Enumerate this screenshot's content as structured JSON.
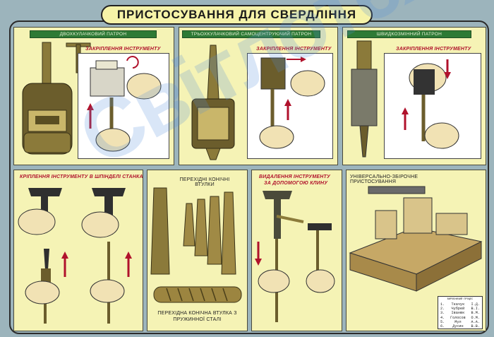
{
  "title": "ПРИСТОСУВАННЯ ДЛЯ СВЕРДЛІННЯ",
  "watermark": "Світлотехніка",
  "sections": {
    "two_jaw": {
      "label": "ДВОХКУЛАЧКОВИЙ ПАТРОН",
      "caption": "ЗАКРІПЛЕННЯ ІНСТРУМЕНТУ"
    },
    "three_jaw": {
      "label": "ТРЬОХКУЛАЧКОВИЙ САМОЦЕНТРУЮЧИЙ ПАТРОН",
      "caption": "ЗАКРІПЛЕННЯ ІНСТРУМЕНТУ"
    },
    "quick_change": {
      "label": "ШВИДКОЗМІННИЙ ПАТРОН",
      "caption": "ЗАКРІПЛЕННЯ ІНСТРУМЕНТУ"
    },
    "spindle": {
      "caption": "КРІПЛЕННЯ ІНСТРУМЕНТУ В ШПІНДЕЛІ СТАНКА"
    },
    "sleeves": {
      "caption_top": "ПЕРЕХІДНІ КОНІЧНІ ВТУЛКИ",
      "caption_bottom_1": "ПЕРЕХІДНА КОНІЧНА ВТУЛКА З",
      "caption_bottom_2": "ПРУЖИННОЇ СТАЛІ"
    },
    "removal": {
      "caption_1": "ВИДАЛЕННЯ ІНСТРУМЕНТУ",
      "caption_2": "ЗА ДОПОМОГОЮ КЛИНУ"
    },
    "universal": {
      "caption": "УНІВЕРСАЛЬНО-ЗБІРОЧНЕ ПРИСТОСУВАННЯ"
    }
  },
  "legend": {
    "heading": "ВИРОБНИЧИЙ ПРОЦЕС",
    "rows": [
      {
        "n": "1.",
        "name": "Ткачук",
        "init": "І.Д."
      },
      {
        "n": "2.",
        "name": "Чубрей",
        "init": "В.І."
      },
      {
        "n": "3.",
        "name": "Іванюк",
        "init": "В.М."
      },
      {
        "n": "4.",
        "name": "Голосов",
        "init": "О.М."
      },
      {
        "n": "5.",
        "name": "Мул",
        "init": "А.А."
      },
      {
        "n": "6.",
        "name": "Дусин",
        "init": "В.В."
      }
    ]
  },
  "colors": {
    "panel": "#f5f3b5",
    "label_green": "#2e7a35",
    "red": "#b0122c",
    "metal": "#8a7a3c"
  }
}
